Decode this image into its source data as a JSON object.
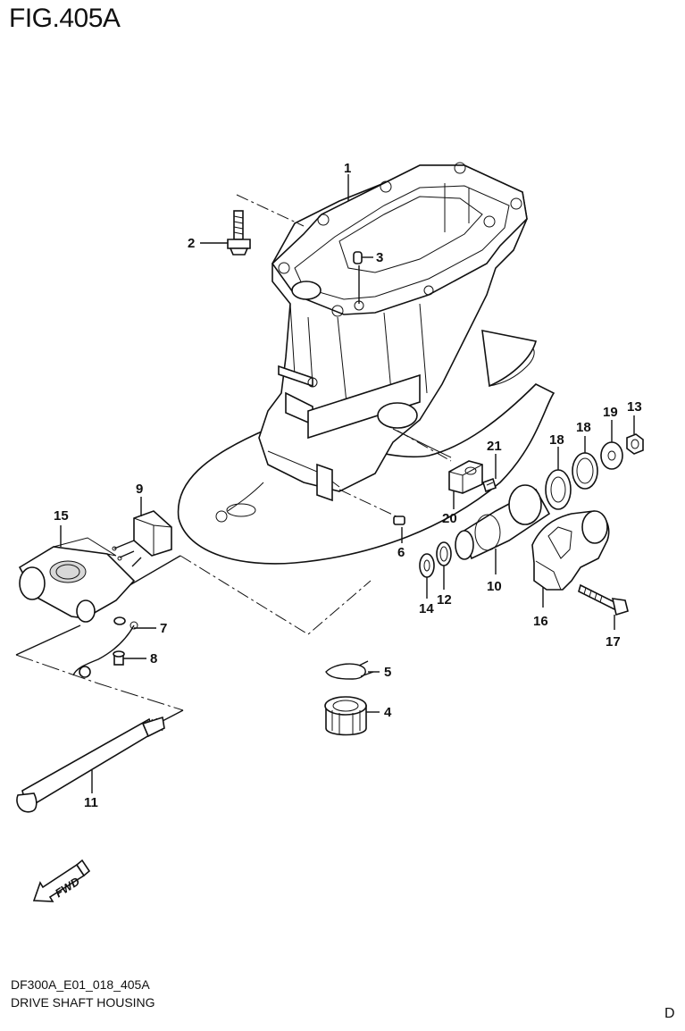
{
  "figure": {
    "title": "FIG.405A",
    "diagram_code": "DF300A_E01_018_405A",
    "name": "DRIVE SHAFT HOUSING",
    "page_letter": "D"
  },
  "fwd_label": "FWD",
  "callouts": {
    "c1": "1",
    "c2": "2",
    "c3": "3",
    "c4": "4",
    "c5": "5",
    "c6": "6",
    "c7": "7",
    "c8": "8",
    "c9": "9",
    "c10": "10",
    "c11": "11",
    "c12": "12",
    "c13": "13",
    "c14": "14",
    "c15": "15",
    "c16": "16",
    "c17": "17",
    "c18a": "18",
    "c18b": "18",
    "c19": "19",
    "c20": "20",
    "c21": "21"
  }
}
